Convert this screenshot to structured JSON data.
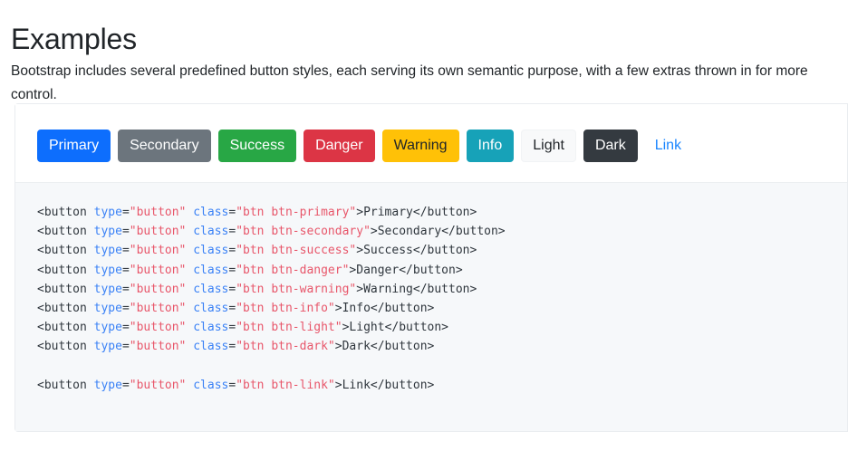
{
  "heading": "Examples",
  "lead": "Bootstrap includes several predefined button styles, each serving its own semantic purpose, with a few extras thrown in for more control.",
  "buttons": [
    {
      "label": "Primary",
      "variant": "primary",
      "color": "#0d6efd",
      "text_color": "#ffffff"
    },
    {
      "label": "Secondary",
      "variant": "secondary",
      "color": "#6c757d",
      "text_color": "#ffffff"
    },
    {
      "label": "Success",
      "variant": "success",
      "color": "#28a745",
      "text_color": "#ffffff"
    },
    {
      "label": "Danger",
      "variant": "danger",
      "color": "#dc3545",
      "text_color": "#ffffff"
    },
    {
      "label": "Warning",
      "variant": "warning",
      "color": "#ffc107",
      "text_color": "#212529"
    },
    {
      "label": "Info",
      "variant": "info",
      "color": "#17a2b8",
      "text_color": "#ffffff"
    },
    {
      "label": "Light",
      "variant": "light",
      "color": "#f8f9fa",
      "text_color": "#212529"
    },
    {
      "label": "Dark",
      "variant": "dark",
      "color": "#343a40",
      "text_color": "#ffffff"
    },
    {
      "label": "Link",
      "variant": "link",
      "color": "transparent",
      "text_color": "#1a86ff"
    }
  ],
  "code": {
    "language": "html",
    "lines": [
      {
        "tag_open": "<button",
        "attr1": "type",
        "val1": "\"button\"",
        "attr2": "class",
        "val2": "\"btn btn-primary\"",
        "gt": ">",
        "text": "Primary",
        "tag_close": "</button>"
      },
      {
        "tag_open": "<button",
        "attr1": "type",
        "val1": "\"button\"",
        "attr2": "class",
        "val2": "\"btn btn-secondary\"",
        "gt": ">",
        "text": "Secondary",
        "tag_close": "</button>"
      },
      {
        "tag_open": "<button",
        "attr1": "type",
        "val1": "\"button\"",
        "attr2": "class",
        "val2": "\"btn btn-success\"",
        "gt": ">",
        "text": "Success",
        "tag_close": "</button>"
      },
      {
        "tag_open": "<button",
        "attr1": "type",
        "val1": "\"button\"",
        "attr2": "class",
        "val2": "\"btn btn-danger\"",
        "gt": ">",
        "text": "Danger",
        "tag_close": "</button>"
      },
      {
        "tag_open": "<button",
        "attr1": "type",
        "val1": "\"button\"",
        "attr2": "class",
        "val2": "\"btn btn-warning\"",
        "gt": ">",
        "text": "Warning",
        "tag_close": "</button>"
      },
      {
        "tag_open": "<button",
        "attr1": "type",
        "val1": "\"button\"",
        "attr2": "class",
        "val2": "\"btn btn-info\"",
        "gt": ">",
        "text": "Info",
        "tag_close": "</button>"
      },
      {
        "tag_open": "<button",
        "attr1": "type",
        "val1": "\"button\"",
        "attr2": "class",
        "val2": "\"btn btn-light\"",
        "gt": ">",
        "text": "Light",
        "tag_close": "</button>"
      },
      {
        "tag_open": "<button",
        "attr1": "type",
        "val1": "\"button\"",
        "attr2": "class",
        "val2": "\"btn btn-dark\"",
        "gt": ">",
        "text": "Dark",
        "tag_close": "</button>"
      },
      {
        "blank": true
      },
      {
        "tag_open": "<button",
        "attr1": "type",
        "val1": "\"button\"",
        "attr2": "class",
        "val2": "\"btn btn-link\"",
        "gt": ">",
        "text": "Link",
        "tag_close": "</button>"
      }
    ]
  },
  "colors": {
    "page_bg": "#ffffff",
    "code_bg": "#f6f8fa",
    "border": "#e9ecef",
    "heading": "#212529",
    "token_tag": "#2f363d",
    "token_attr": "#3b82f6",
    "token_string": "#e8566a"
  }
}
